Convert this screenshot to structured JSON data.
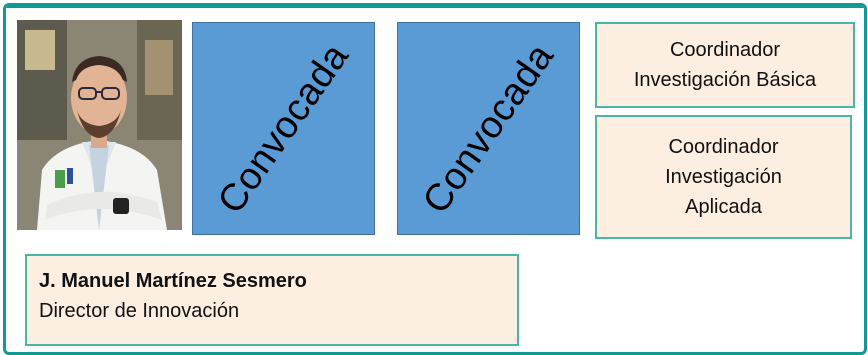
{
  "photo": {
    "icon": "portrait-photo-icon"
  },
  "vacancies": [
    {
      "label": "Convocada"
    },
    {
      "label": "Convocada"
    }
  ],
  "roles": [
    {
      "line1": "Coordinador",
      "line2": "Investigación Básica",
      "line3": ""
    },
    {
      "line1": "Coordinador",
      "line2": "Investigación",
      "line3": "Aplicada"
    }
  ],
  "person": {
    "name": "J. Manuel Martínez Sesmero",
    "title": "Director de Innovación"
  },
  "colors": {
    "frame": "#0f9b93",
    "vacant_fill": "#5b9bd5",
    "role_fill": "#fdeee2",
    "role_border": "#49b6a6"
  }
}
